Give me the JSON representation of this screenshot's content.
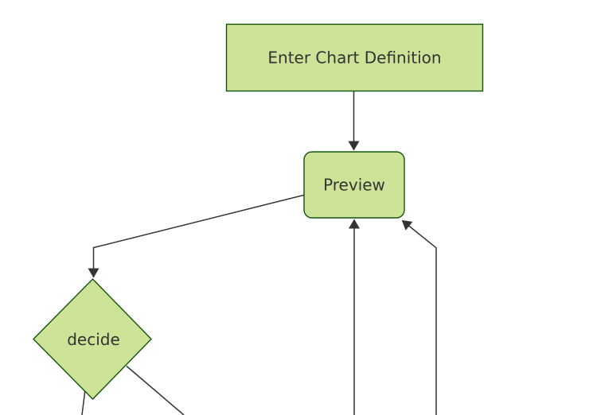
{
  "diagram": {
    "type": "flowchart-top-down",
    "nodes": [
      {
        "id": "A",
        "label": "Enter Chart Definition",
        "shape": "rectangle"
      },
      {
        "id": "B",
        "label": "Preview",
        "shape": "rounded-rectangle"
      },
      {
        "id": "C",
        "label": "decide",
        "shape": "diamond"
      }
    ],
    "edges": [
      {
        "from": "A",
        "to": "B",
        "arrowhead": "end"
      },
      {
        "from": "B",
        "to": "C",
        "arrowhead": "end"
      },
      {
        "from": "offscreen-bottom",
        "to": "B",
        "arrowhead": "end"
      },
      {
        "from": "offscreen-bottom",
        "to": "B",
        "arrowhead": "end",
        "enters_at": "bottom-right-corner"
      },
      {
        "from": "C",
        "to": "offscreen-bottom",
        "arrowhead": "none"
      },
      {
        "from": "C",
        "to": "offscreen-bottom",
        "arrowhead": "none"
      }
    ],
    "colors": {
      "node_fill": "#cde498",
      "node_stroke": "#13540c",
      "edge_stroke": "#333333",
      "label_text": "#333333",
      "background": "#ffffff"
    }
  }
}
